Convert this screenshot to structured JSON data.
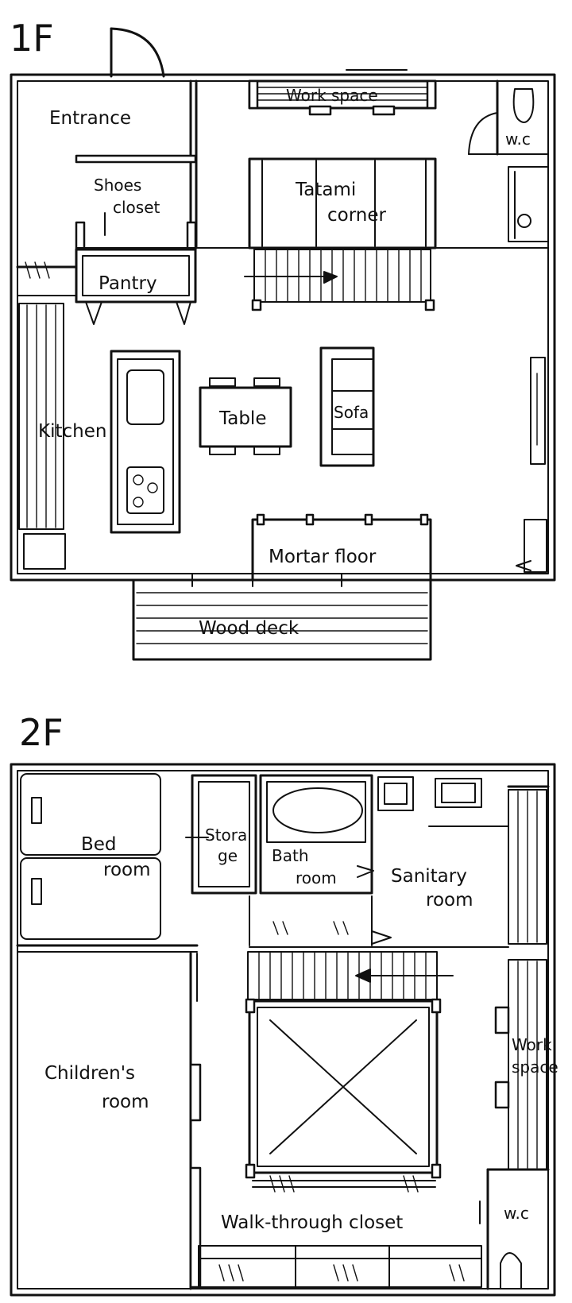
{
  "floors": {
    "first": {
      "title": "1F",
      "rooms": {
        "entrance": "Entrance",
        "work_space": "Work space",
        "wc": "w.c",
        "shoes_closet_1": "Shoes",
        "shoes_closet_2": "closet",
        "tatami_1": "Tatami",
        "tatami_2": "corner",
        "pantry": "Pantry",
        "kitchen": "Kitchen",
        "table": "Table",
        "sofa": "Sofa",
        "mortar_floor": "Mortar floor",
        "wood_deck": "Wood deck"
      }
    },
    "second": {
      "title": "2F",
      "rooms": {
        "bed_1": "Bed",
        "bed_2": "room",
        "storage_1": "Stora",
        "storage_2": "ge",
        "bath_1": "Bath",
        "bath_2": "room",
        "sanitary_1": "Sanitary",
        "sanitary_2": "room",
        "childrens_1": "Children's",
        "childrens_2": "room",
        "work_space_1": "Work",
        "work_space_2": "space",
        "wc": "w.c",
        "walk_through_closet": "Walk-through closet"
      }
    }
  }
}
